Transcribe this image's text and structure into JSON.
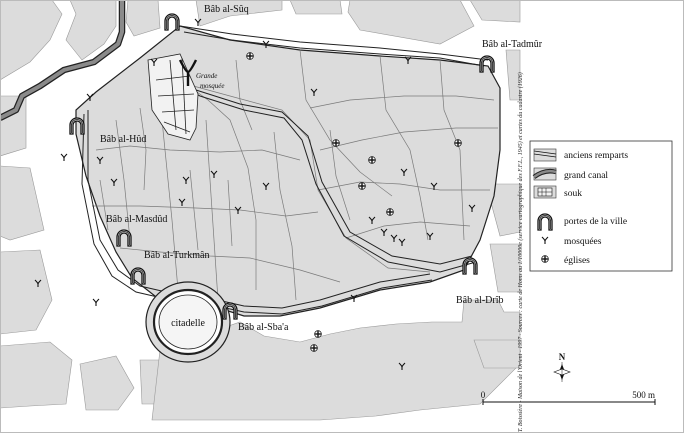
{
  "gates": {
    "bab_al_suq": "Bâb al-Sûq",
    "bab_al_tadmur": "Bâb al-Tadmûr",
    "bab_al_hud": "Bâb al-Hûd",
    "bab_al_masdud": "Bâb al-Masdûd",
    "bab_al_turkman": "Bâb al-Turkmân",
    "bab_al_drib": "Bâb al-Drîb",
    "bab_al_sbaa": "Bâb al-Sba'a"
  },
  "grande_mosquee": [
    "Grande",
    "mosquée"
  ],
  "citadelle": "citadelle",
  "legend": {
    "remparts": "anciens remparts",
    "canal": "grand canal",
    "souk": "souk",
    "portes": "portes de la ville",
    "mosquees": "mosquées",
    "eglises": "églises"
  },
  "north": "N",
  "scale": {
    "start": "0",
    "end": "500 m"
  },
  "credit": "T. Boissière - Maison de l'Orient - 1997 · Sources : carte de Homs au 1/10000e (service cartographique des F.F.L., 1945) et cartes du cadastre (1926)",
  "colors": {
    "ground": "#dcdcdc",
    "background": "#ffffff",
    "canal": "#8a8a8a",
    "wall": "#222222"
  },
  "icons": {
    "mosque": "mosque-icon",
    "church": "church-icon",
    "gate": "gate-icon",
    "compass": "compass-icon"
  }
}
